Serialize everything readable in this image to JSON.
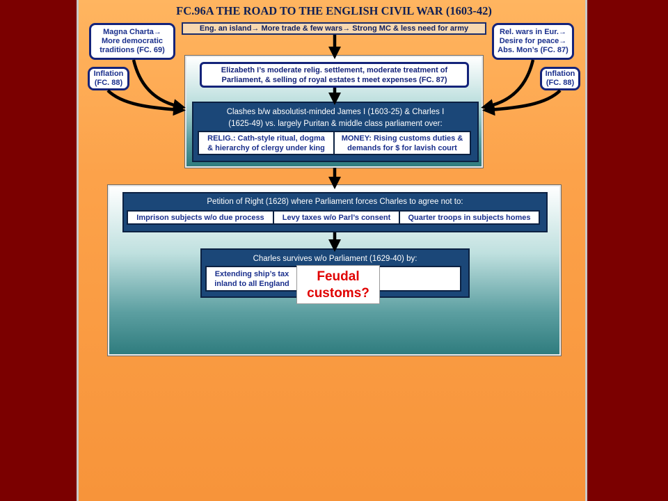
{
  "title": "FC.96A THE ROAD TO THE ENGLISH CIVIL WAR (1603-42)",
  "top_causes": "Eng. an island→ More trade & few wars→ Strong MC & less need for army",
  "left_top": {
    "line1": "Magna Charta→",
    "line2": "More democratic",
    "line3": "traditions (FC. 69)"
  },
  "left_inflation": {
    "line1": "Inflation",
    "line2": "(FC. 88)"
  },
  "right_top": {
    "line1": "Rel. wars in Eur.→",
    "line2": "Desire for peace→",
    "line3": "Abs. Mon’s (FC. 87)"
  },
  "right_inflation": {
    "line1": "Inflation",
    "line2": "(FC. 88)"
  },
  "elizabeth": {
    "line1": "Elizabeth I’s moderate relig. settlement, moderate treatment of",
    "line2": "Parliament, & selling of royal estates t meet expenses (FC. 87)"
  },
  "clashes": {
    "line1": "Clashes b/w absolutist-minded James I (1603-25)  & Charles  I",
    "line2": "(1625-49)  vs. largely Puritan & middle class parliament over:"
  },
  "relig": {
    "line1": "RELIG.: Cath-style ritual, dogma",
    "line2": "& hierarchy of clergy under king"
  },
  "money": {
    "line1": "MONEY: Rising customs duties &",
    "line2": "demands for $ for  lavish court"
  },
  "petition": {
    "heading": "Petition of Right (1628) where Parliament forces Charles to agree not to:",
    "items": [
      "Imprison subjects w/o due process",
      "Levy taxes w/o Parl’s consent",
      "Quarter troops in subjects homes"
    ]
  },
  "survives": {
    "heading": "Charles survives w/o Parliament (1629-40)  by:",
    "ship_tax": {
      "line1": "Extending ship’s tax",
      "line2": "inland to all England"
    }
  },
  "feudal": {
    "line1": "Feudal",
    "line2": "customs?"
  },
  "colors": {
    "background": "#7b0000",
    "navy": "#1b4778",
    "border_blue": "#14237a",
    "feudal_red": "#e00000"
  }
}
